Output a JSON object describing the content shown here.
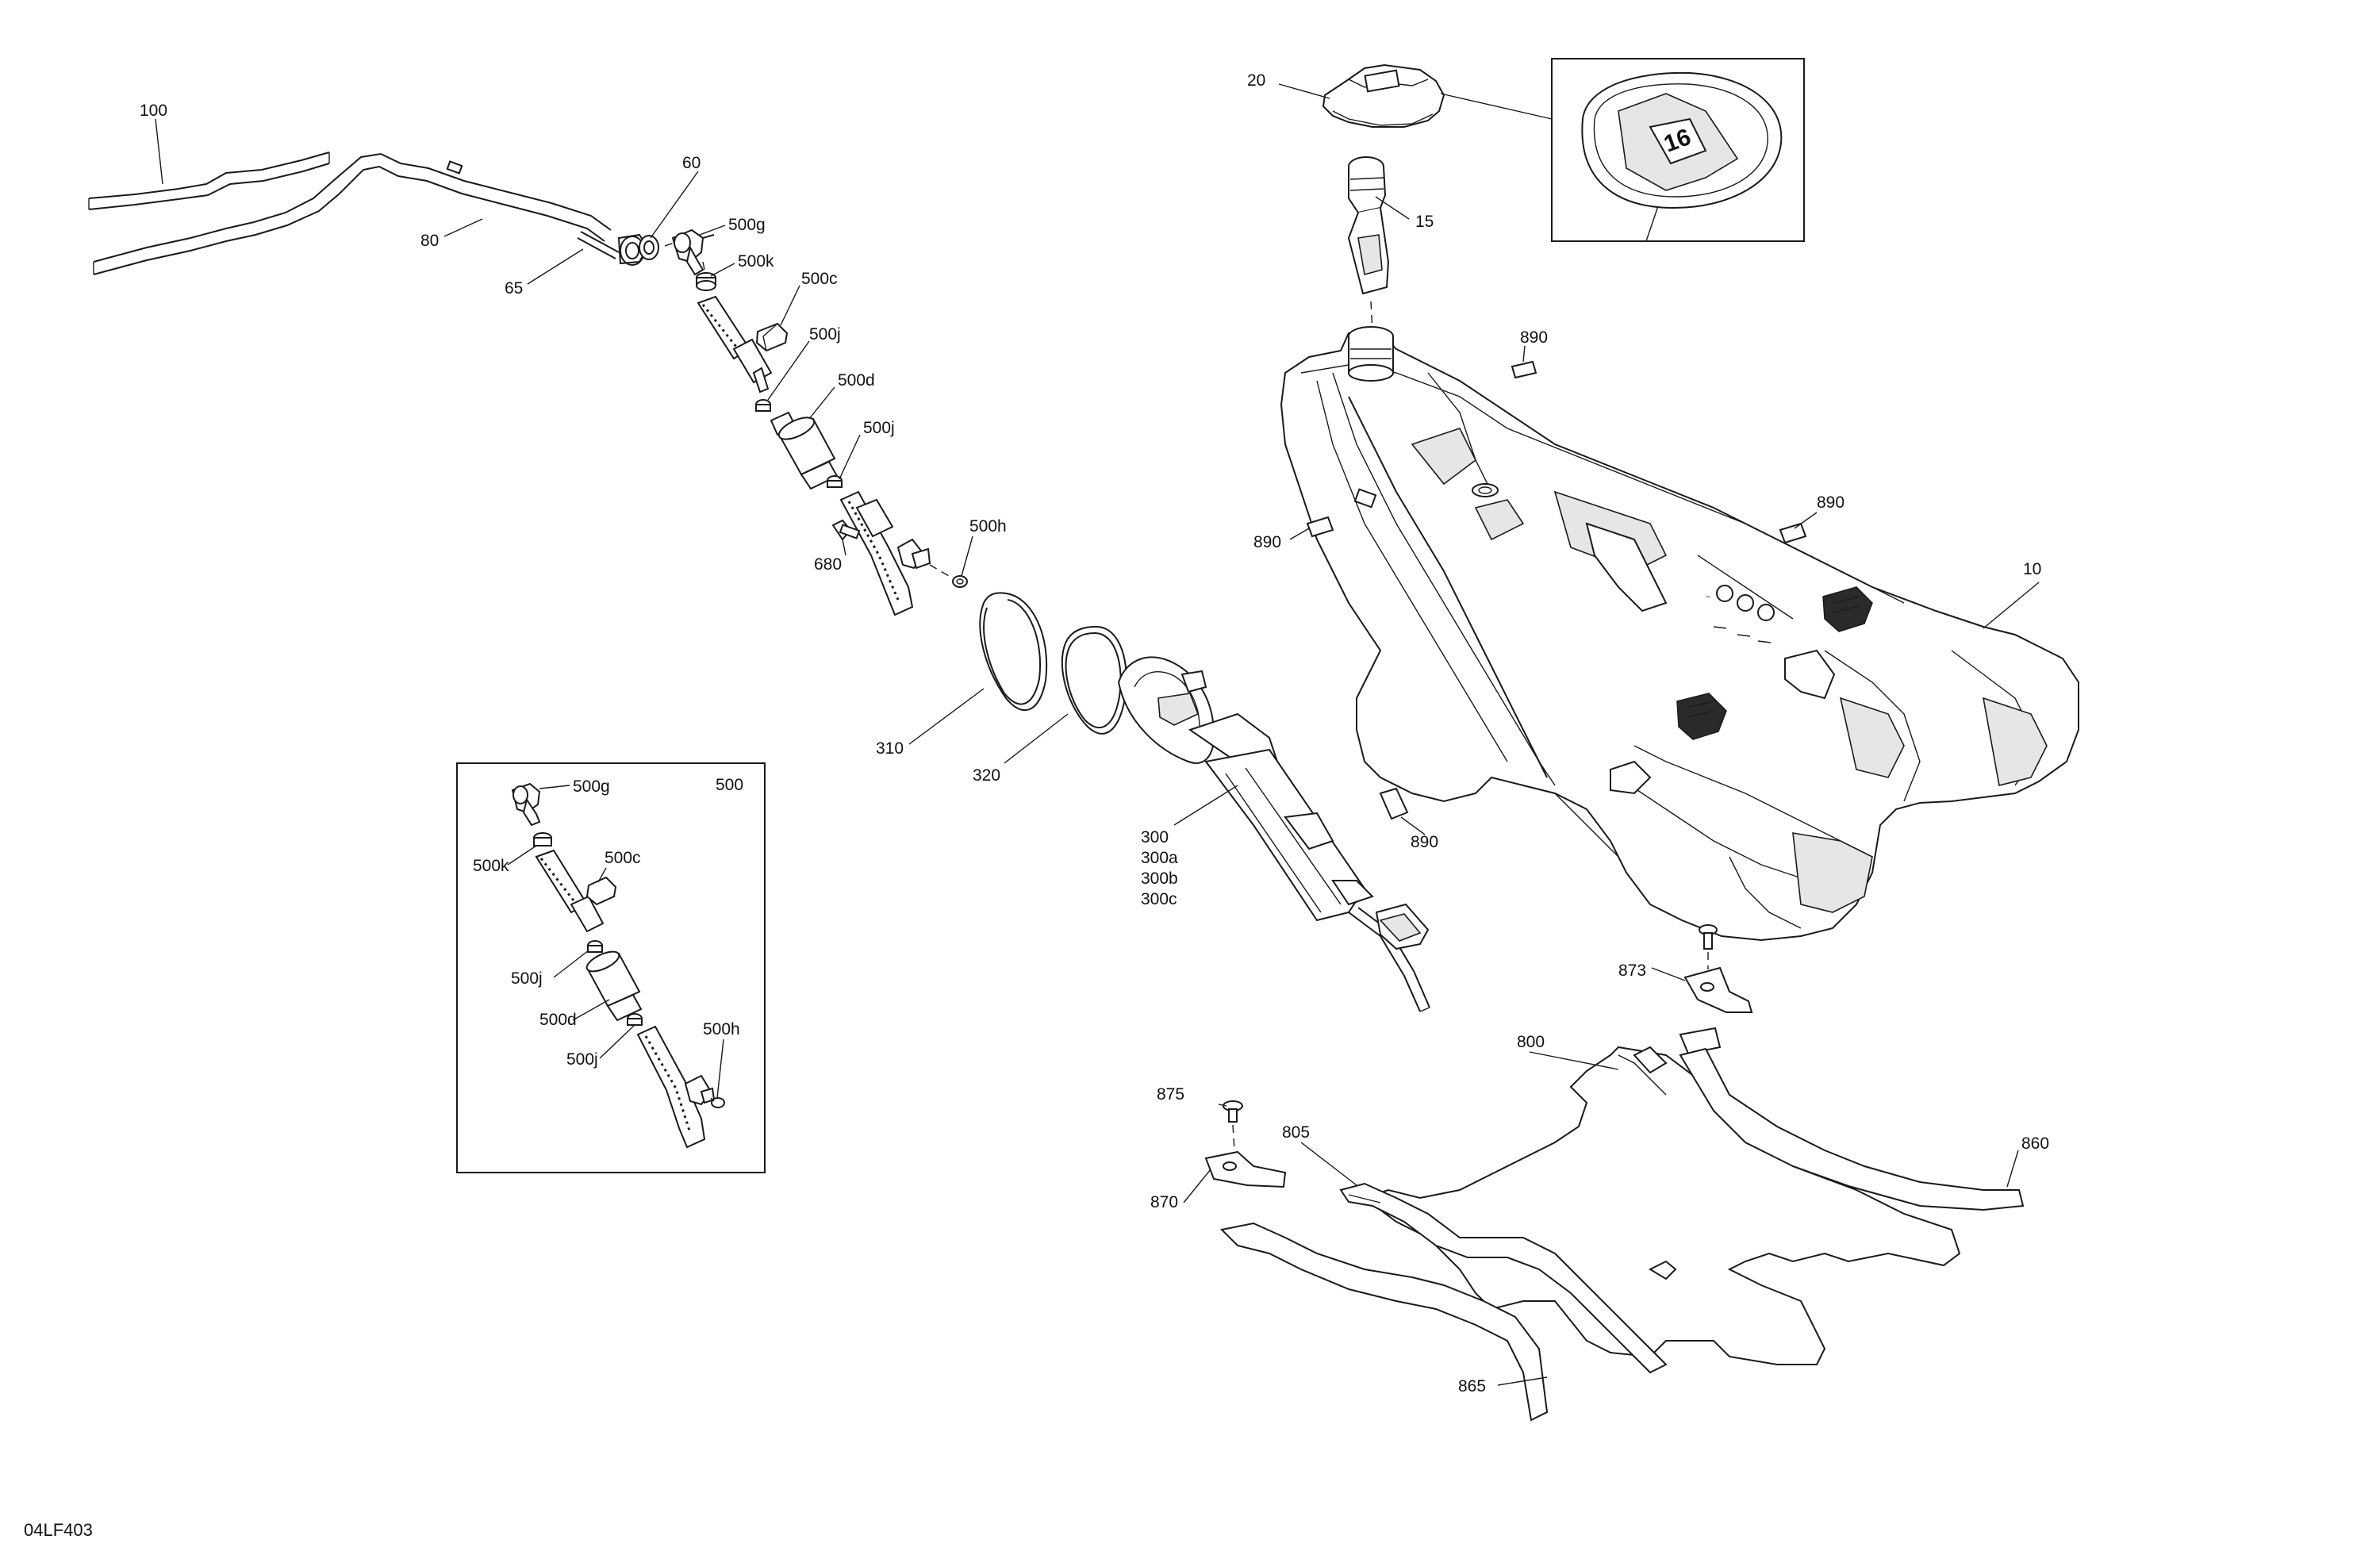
{
  "diagram": {
    "code": "04LF403",
    "labels": {
      "l100": "100",
      "l80": "80",
      "l65": "65",
      "l60": "60",
      "l500g": "500g",
      "l500k": "500k",
      "l500c": "500c",
      "l500j_a": "500j",
      "l500d": "500d",
      "l500j_b": "500j",
      "l500h": "500h",
      "l680": "680",
      "l310": "310",
      "l320": "320",
      "l300": "300",
      "l300a": "300a",
      "l300b": "300b",
      "l300c": "300c",
      "l20": "20",
      "l15": "15",
      "l890_a": "890",
      "l890_b": "890",
      "l890_c": "890",
      "l890_d": "890",
      "l10": "10",
      "l873": "873",
      "l800": "800",
      "l875": "875",
      "l805": "805",
      "l870": "870",
      "l860": "860",
      "l865": "865"
    },
    "inset": {
      "title": "500",
      "l500g": "500g",
      "l500k": "500k",
      "l500c": "500c",
      "l500j_a": "500j",
      "l500d": "500d",
      "l500j_b": "500j",
      "l500h": "500h"
    }
  }
}
